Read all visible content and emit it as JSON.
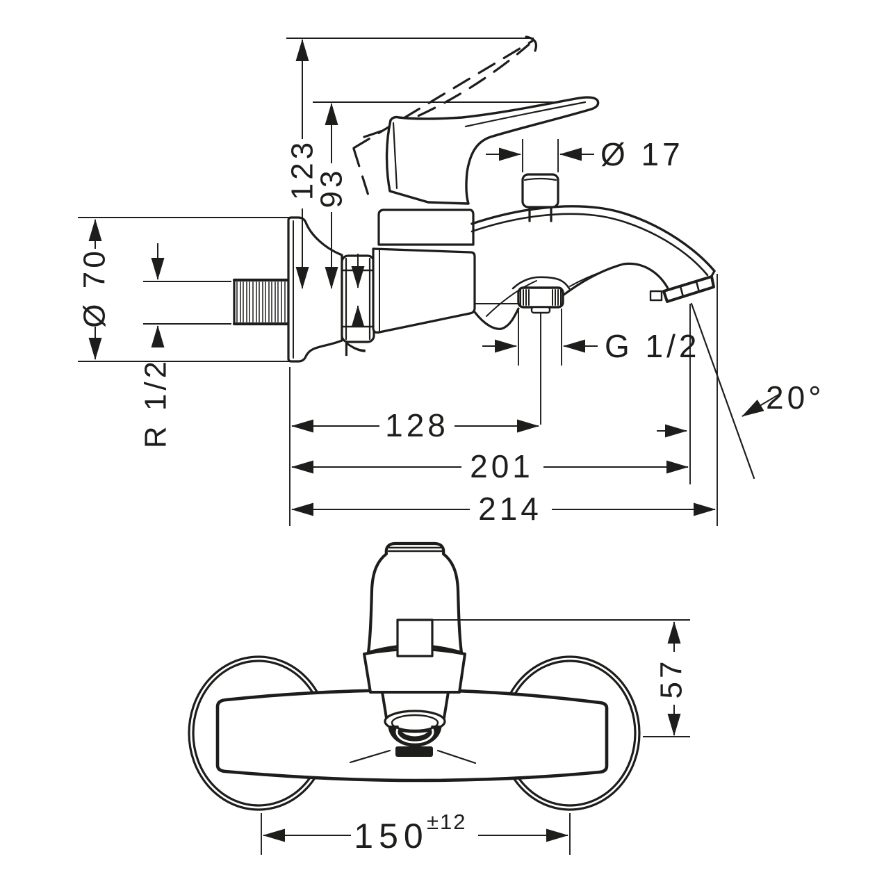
{
  "colors": {
    "background": "#ffffff",
    "ink": "#1d1d1b"
  },
  "side_view": {
    "dim_height_open": "123",
    "dim_height_handle": "93",
    "dim_knob_diameter": "Ø 17",
    "dim_flange_diameter": "Ø 70",
    "dim_inlet_thread": "R 1/2",
    "dim_axis_offset": "7",
    "dim_hose_thread": "G 1/2",
    "dim_wall_to_hose": "128",
    "dim_wall_to_spout": "201",
    "dim_wall_to_tip": "214",
    "dim_spout_angle": "20°"
  },
  "plan_view": {
    "dim_spout_height": "57",
    "dim_center_distance": "150",
    "dim_center_tolerance": "±12"
  }
}
